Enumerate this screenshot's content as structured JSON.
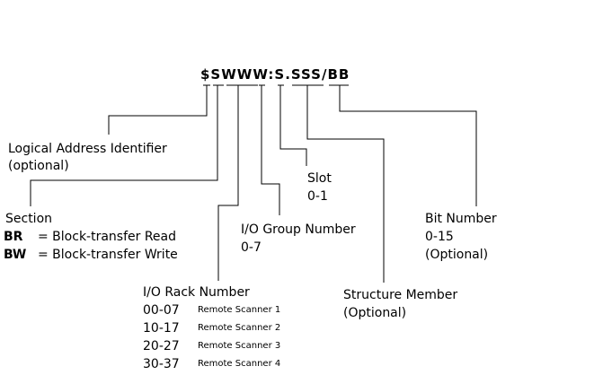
{
  "address_format": "$SWWW:S.SSS/BB",
  "logical_address": {
    "title": "Logical Address Identifier",
    "note": "(optional)"
  },
  "section": {
    "title": "Section",
    "entries": [
      {
        "code": "BR",
        "meaning": "= Block-transfer Read"
      },
      {
        "code": "BW",
        "meaning": "= Block-transfer Write"
      }
    ]
  },
  "rack": {
    "title": "I/O Rack Number",
    "entries": [
      {
        "range": "00-07",
        "label": "Remote Scanner 1"
      },
      {
        "range": "10-17",
        "label": "Remote Scanner 2"
      },
      {
        "range": "20-27",
        "label": "Remote Scanner 3"
      },
      {
        "range": "30-37",
        "label": "Remote Scanner 4"
      }
    ]
  },
  "group": {
    "title": "I/O Group Number",
    "range": "0-7"
  },
  "slot": {
    "title": "Slot",
    "range": "0-1"
  },
  "structure": {
    "title": "Structure Member",
    "note": "(Optional)"
  },
  "bit": {
    "title": "Bit Number",
    "range": "0-15",
    "note": "(Optional)"
  }
}
